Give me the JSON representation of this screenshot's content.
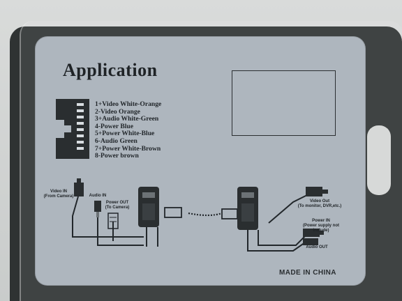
{
  "card": {
    "title": "Application",
    "pinout": [
      "1+Video White-Orange",
      "2-Video Orange",
      "3+Audio White-Green",
      "4-Power Blue",
      "5+Power White-Blue",
      "6-Audio Green",
      "7+Power White-Brown",
      "8-Power brown"
    ],
    "left_side": {
      "video_in": "Video IN",
      "video_in_sub": "(From Camera)",
      "audio_in": "Audio IN",
      "power_out": "Power OUT",
      "power_out_sub": "(To Camera)"
    },
    "right_side": {
      "video_out": "Video Out",
      "video_out_sub": "(To monitor, DVR,etc.)",
      "power_in": "Power IN",
      "power_in_sub": "(Power supply not include)",
      "audio_out": "Audio OUT"
    },
    "made_in": "MADE IN CHINA"
  },
  "colors": {
    "card": "#aeb6be",
    "package": "#2f3333",
    "ink": "#1f2326"
  },
  "icons": [
    "rj45-connector-icon",
    "bnc-connector-icon",
    "balun-transceiver-icon",
    "dc-power-plug-icon",
    "rca-audio-plug-icon"
  ]
}
